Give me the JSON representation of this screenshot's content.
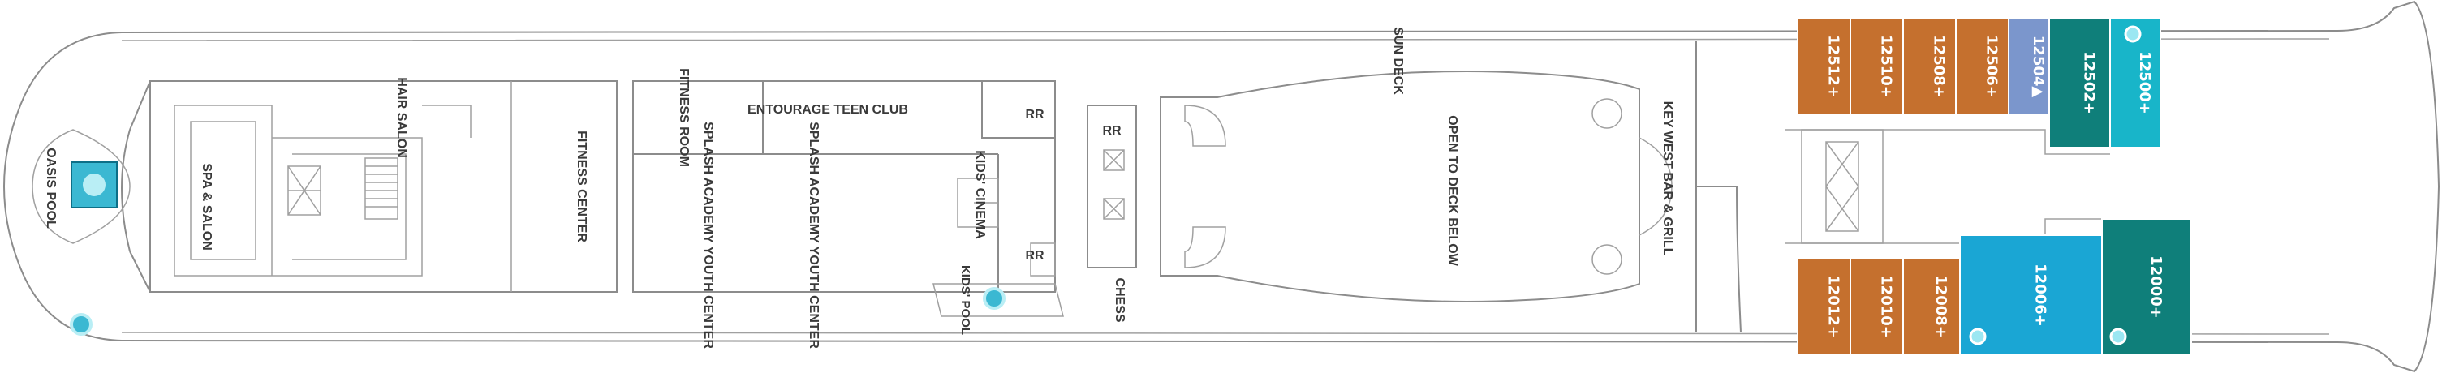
{
  "labels": {
    "oasis_pool": "OASIS POOL",
    "spa_salon": "SPA & SALON",
    "hair_salon": "HAIR SALON",
    "fitness_center": "FITNESS CENTER",
    "fitness_room": "FITNESS ROOM",
    "entourage": "ENTOURAGE TEEN CLUB",
    "rr": "RR",
    "kids_cinema": "KIDS' CINEMA",
    "splash_youth": "SPLASH ACADEMY YOUTH CENTER",
    "kids_pool": "KIDS' POOL",
    "chess": "CHESS",
    "sun_deck": "SUN DECK",
    "open_to_deck_below": "OPEN TO DECK BELOW",
    "key_west": "KEY WEST BAR & GRILL"
  },
  "cabins_top": [
    "12512+",
    "12510+",
    "12508+",
    "12506+",
    "12504▲",
    "12502+",
    "12500+"
  ],
  "cabins_bottom": [
    "12012+",
    "12010+",
    "12008+",
    "12006+",
    "12000+"
  ],
  "colors": {
    "cabin_orange": "#c5702e",
    "cabin_blue": "#7b96cc",
    "cabin_teal_dark": "#0f7f7a",
    "cabin_cyan": "#18b5c9",
    "cabin_sky": "#1aa6d4",
    "pool": "#3bb8d2",
    "hull": "#7d7d7d"
  }
}
